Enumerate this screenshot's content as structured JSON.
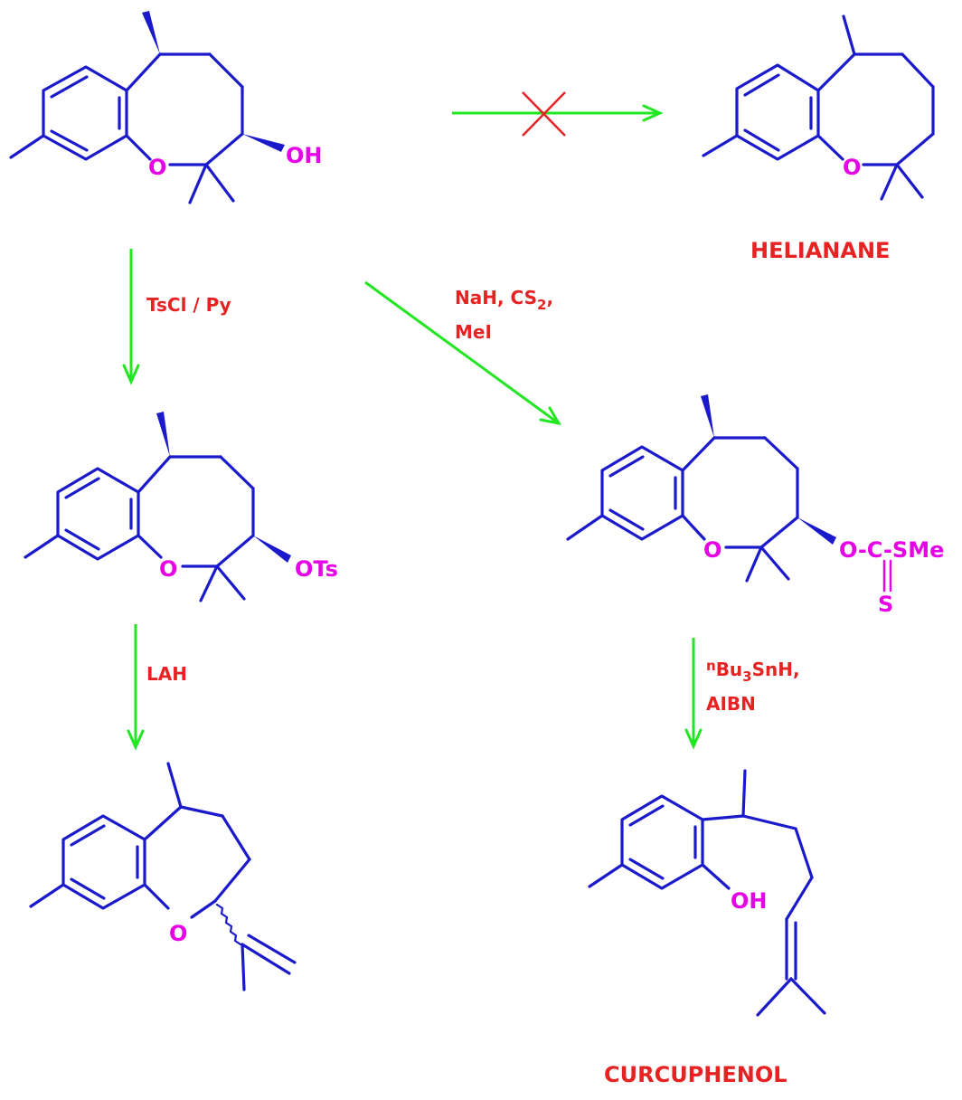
{
  "names": {
    "helianane": "HELIANANE",
    "curcuphenol": "CURCUPHENOL"
  },
  "atoms": {
    "start_o": "O",
    "start_oh": "OH",
    "helianane_o": "O",
    "tosylate_o": "O",
    "tosylate_ots": "OTs",
    "xanthate_o": "O",
    "xanthate_chain": "O-C-SMe",
    "xanthate_s": "S",
    "benzoxepine_o": "O",
    "curcuphenol_oh": "OH"
  },
  "reagents": {
    "tscl": "TsCl / Py",
    "nah_a": "NaH, CS",
    "nah_sub": "2",
    "nah_tail": ",",
    "mei": "MeI",
    "lah": "LAH",
    "bu_sup": "n",
    "bu_a": "Bu",
    "bu_sub": "3",
    "bu_b": "SnH,",
    "aibn": "AIBN"
  },
  "colors": {
    "bond": "#1a1acc",
    "heteroatom": "#e600e6",
    "reagent": "#e62222",
    "arrow": "#22e622",
    "blocked_cross": "#e62222"
  }
}
